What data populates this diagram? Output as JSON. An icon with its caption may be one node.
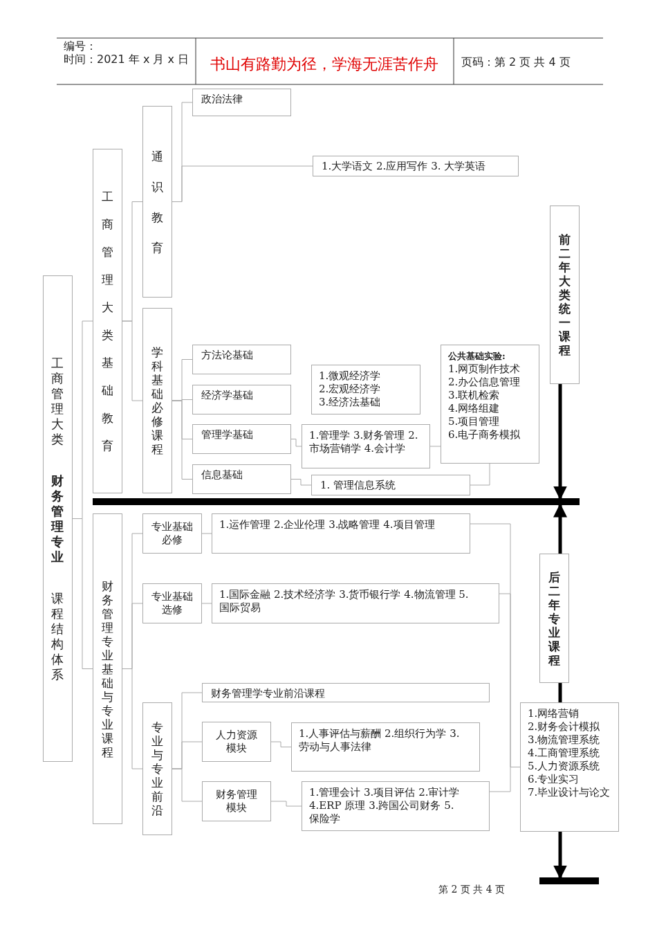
{
  "diagram": {
    "nodes": [
      {
        "text": [
          "工商管理大类",
          "**财务管理专业**",
          "课程结构体系"
        ]
      },
      {
        "text": [
          "工商管理大类基础教育"
        ]
      },
      {
        "text": [
          "通识教育"
        ]
      },
      {
        "text": [
          "政治法律"
        ]
      },
      {
        "text": [
          "1.大学语文 2.应用写作 3. 大学英语"
        ]
      },
      {
        "text": [
          "学科基础必修课程"
        ]
      },
      {
        "text": [
          "方法论基础"
        ]
      },
      {
        "text": [
          "经济学基础"
        ]
      },
      {
        "text": [
          "管理学基础"
        ]
      },
      {
        "text": [
          "信息基础"
        ]
      },
      {
        "text": [
          "1.微观经济学 2.宏观经济学 3.经济法基础"
        ]
      },
      {
        "text": [
          "1.管理学 3.财务管理 2.市场营销学 4.会计学"
        ]
      },
      {
        "text": [
          "1. 管理信息系统"
        ]
      },
      {
        "text": [
          "公共基础实验:",
          "1.网页制作技术 2.办公信息管理 3.联机检索 4.网络组建 5.项目管理 6.电子商务模拟"
        ]
      },
      {
        "text": [
          "前二年大类统一课程"
        ]
      },
      {
        "text": [
          "财务管理专业基础与专业课程"
        ]
      },
      {
        "text": [
          "专业基础必修"
        ]
      },
      {
        "text": [
          "1.运作管理 2.企业伦理 3.战略管理 4.项目管理"
        ]
      },
      {
        "text": [
          "专业基础选修"
        ]
      },
      {
        "text": [
          "1.国际金融 2.技术经济学 3.货币银行学 4.物流管理 5.国际贸易"
        ]
      },
      {
        "text": [
          "专业与专业前沿"
        ]
      },
      {
        "text": [
          "财务管理学专业前沿课程"
        ]
      },
      {
        "text": [
          "人力资源模块"
        ]
      },
      {
        "text": [
          "1.人事评估与薪酬 2.组织行为学 3.劳动与人事法律"
        ]
      },
      {
        "text": [
          "财务管理模块"
        ]
      },
      {
        "text": [
          "1.管理会计 3.项目评估 2.审计学 4.ERP 原理 3.跨国公司财务 5.保险学"
        ]
      },
      {
        "text": [
          "1.网络营销 2.财务会计模拟 3.物流管理系统 4.工商管理系统 5.人力资源系统 6.专业实习 7.毕业设计与论文"
        ]
      },
      {
        "text": [
          "后二年专业课程"
        ]
      },
      {
        "text": [],
        "shape": "bar"
      },
      {
        "text": [],
        "shape": "bar"
      }
    ],
    "edges": [
      {
        "from": 0,
        "to": 1,
        "arrow": "none"
      },
      {
        "from": 0,
        "to": 15,
        "arrow": "none"
      },
      {
        "from": 1,
        "to": 2,
        "arrow": "none"
      },
      {
        "from": 1,
        "to": 5,
        "arrow": "none"
      },
      {
        "from": 2,
        "to": 3,
        "arrow": "none"
      },
      {
        "from": 2,
        "to": 4,
        "arrow": "none"
      },
      {
        "from": 5,
        "to": 6,
        "arrow": "none"
      },
      {
        "from": 5,
        "to": 7,
        "arrow": "none"
      },
      {
        "from": 5,
        "to": 8,
        "arrow": "none"
      },
      {
        "from": 5,
        "to": 9,
        "arrow": "none"
      },
      {
        "from": 8,
        "to": 11,
        "arrow": "none"
      },
      {
        "from": 11,
        "to": 13,
        "arrow": "none"
      },
      {
        "from": 9,
        "to": 12,
        "arrow": "none"
      },
      {
        "from": 12,
        "to": 13,
        "arrow": "none"
      },
      {
        "from": 15,
        "to": 16,
        "arrow": "none"
      },
      {
        "from": 15,
        "to": 18,
        "arrow": "none"
      },
      {
        "from": 15,
        "to": 20,
        "arrow": "none"
      },
      {
        "from": 16,
        "to": 17,
        "arrow": "none"
      },
      {
        "from": 18,
        "to": 19,
        "arrow": "none"
      },
      {
        "from": 20,
        "to": 21,
        "arrow": "none"
      },
      {
        "from": 20,
        "to": 22,
        "arrow": "none"
      },
      {
        "from": 20,
        "to": 24,
        "arrow": "none"
      },
      {
        "from": 22,
        "to": 23,
        "arrow": "none"
      },
      {
        "from": 24,
        "to": 25,
        "arrow": "none"
      },
      {
        "from": 17,
        "to": 26,
        "arrow": "none"
      },
      {
        "from": 19,
        "to": 26,
        "arrow": "none"
      },
      {
        "from": 25,
        "to": 26,
        "arrow": "none"
      },
      {
        "from": 14,
        "to": 28,
        "arrow": "to",
        "style": "thick",
        "color": "#000000"
      },
      {
        "from": 27,
        "to": 28,
        "arrow": "to",
        "style": "thick",
        "color": "#000000"
      },
      {
        "from": 27,
        "to": 26,
        "arrow": "none",
        "style": "thick",
        "color": "#000000"
      },
      {
        "from": 26,
        "to": 29,
        "arrow": "to",
        "style": "thick",
        "color": "#000000"
      }
    ],
    "labels": [
      "编号：",
      "时间：2021 年 x 月 x 日",
      "书山有路勤为径，学海无涯苦作舟",
      "页码：第 2 页  共 4 页",
      "第 2 页 共 4 页"
    ]
  }
}
